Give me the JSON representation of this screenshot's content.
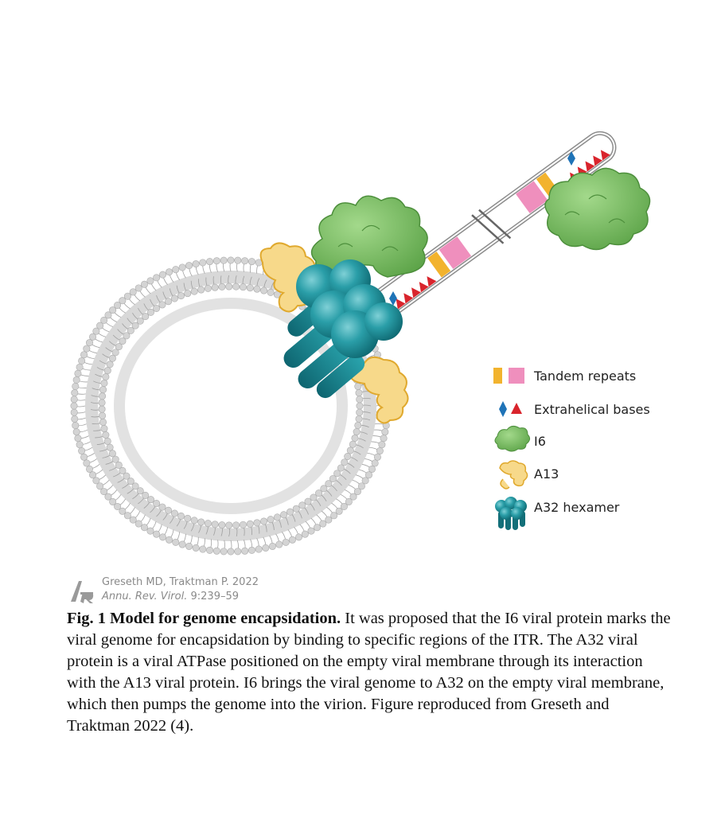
{
  "legend": {
    "tandem_repeats": "Tandem repeats",
    "extrahelical_bases": "Extrahelical bases",
    "i6": "I6",
    "a13": "A13",
    "a32_hexamer": "A32 hexamer"
  },
  "credit": {
    "logo_text": "AR",
    "authors": "Greseth MD, Traktman P. 2022",
    "journal": "Annu. Rev. Virol.",
    "citation": "9:239–59"
  },
  "caption": {
    "label": "Fig. 1 Model for genome encapsidation.",
    "text": " It was proposed that the I6 viral protein marks the viral genome for encapsidation by binding to specific regions of the ITR. The A32 viral protein is a viral ATPase positioned on the empty viral membrane through its interaction with the A13 viral protein. I6 brings the viral genome to A32 on the empty viral membrane, which then pumps the genome into the virion. Figure reproduced from Greseth and Traktman 2022 (4)."
  },
  "colors": {
    "tandem_yellow": "#f2b32e",
    "tandem_pink": "#ef8fbd",
    "extrahelical_blue": "#1f73b7",
    "extrahelical_red": "#d9242c",
    "i6_green": "#6fb659",
    "a13_yellow": "#f7d98a",
    "a32_teal": "#1d8f9a",
    "membrane_gray": "#cfcfcf"
  }
}
